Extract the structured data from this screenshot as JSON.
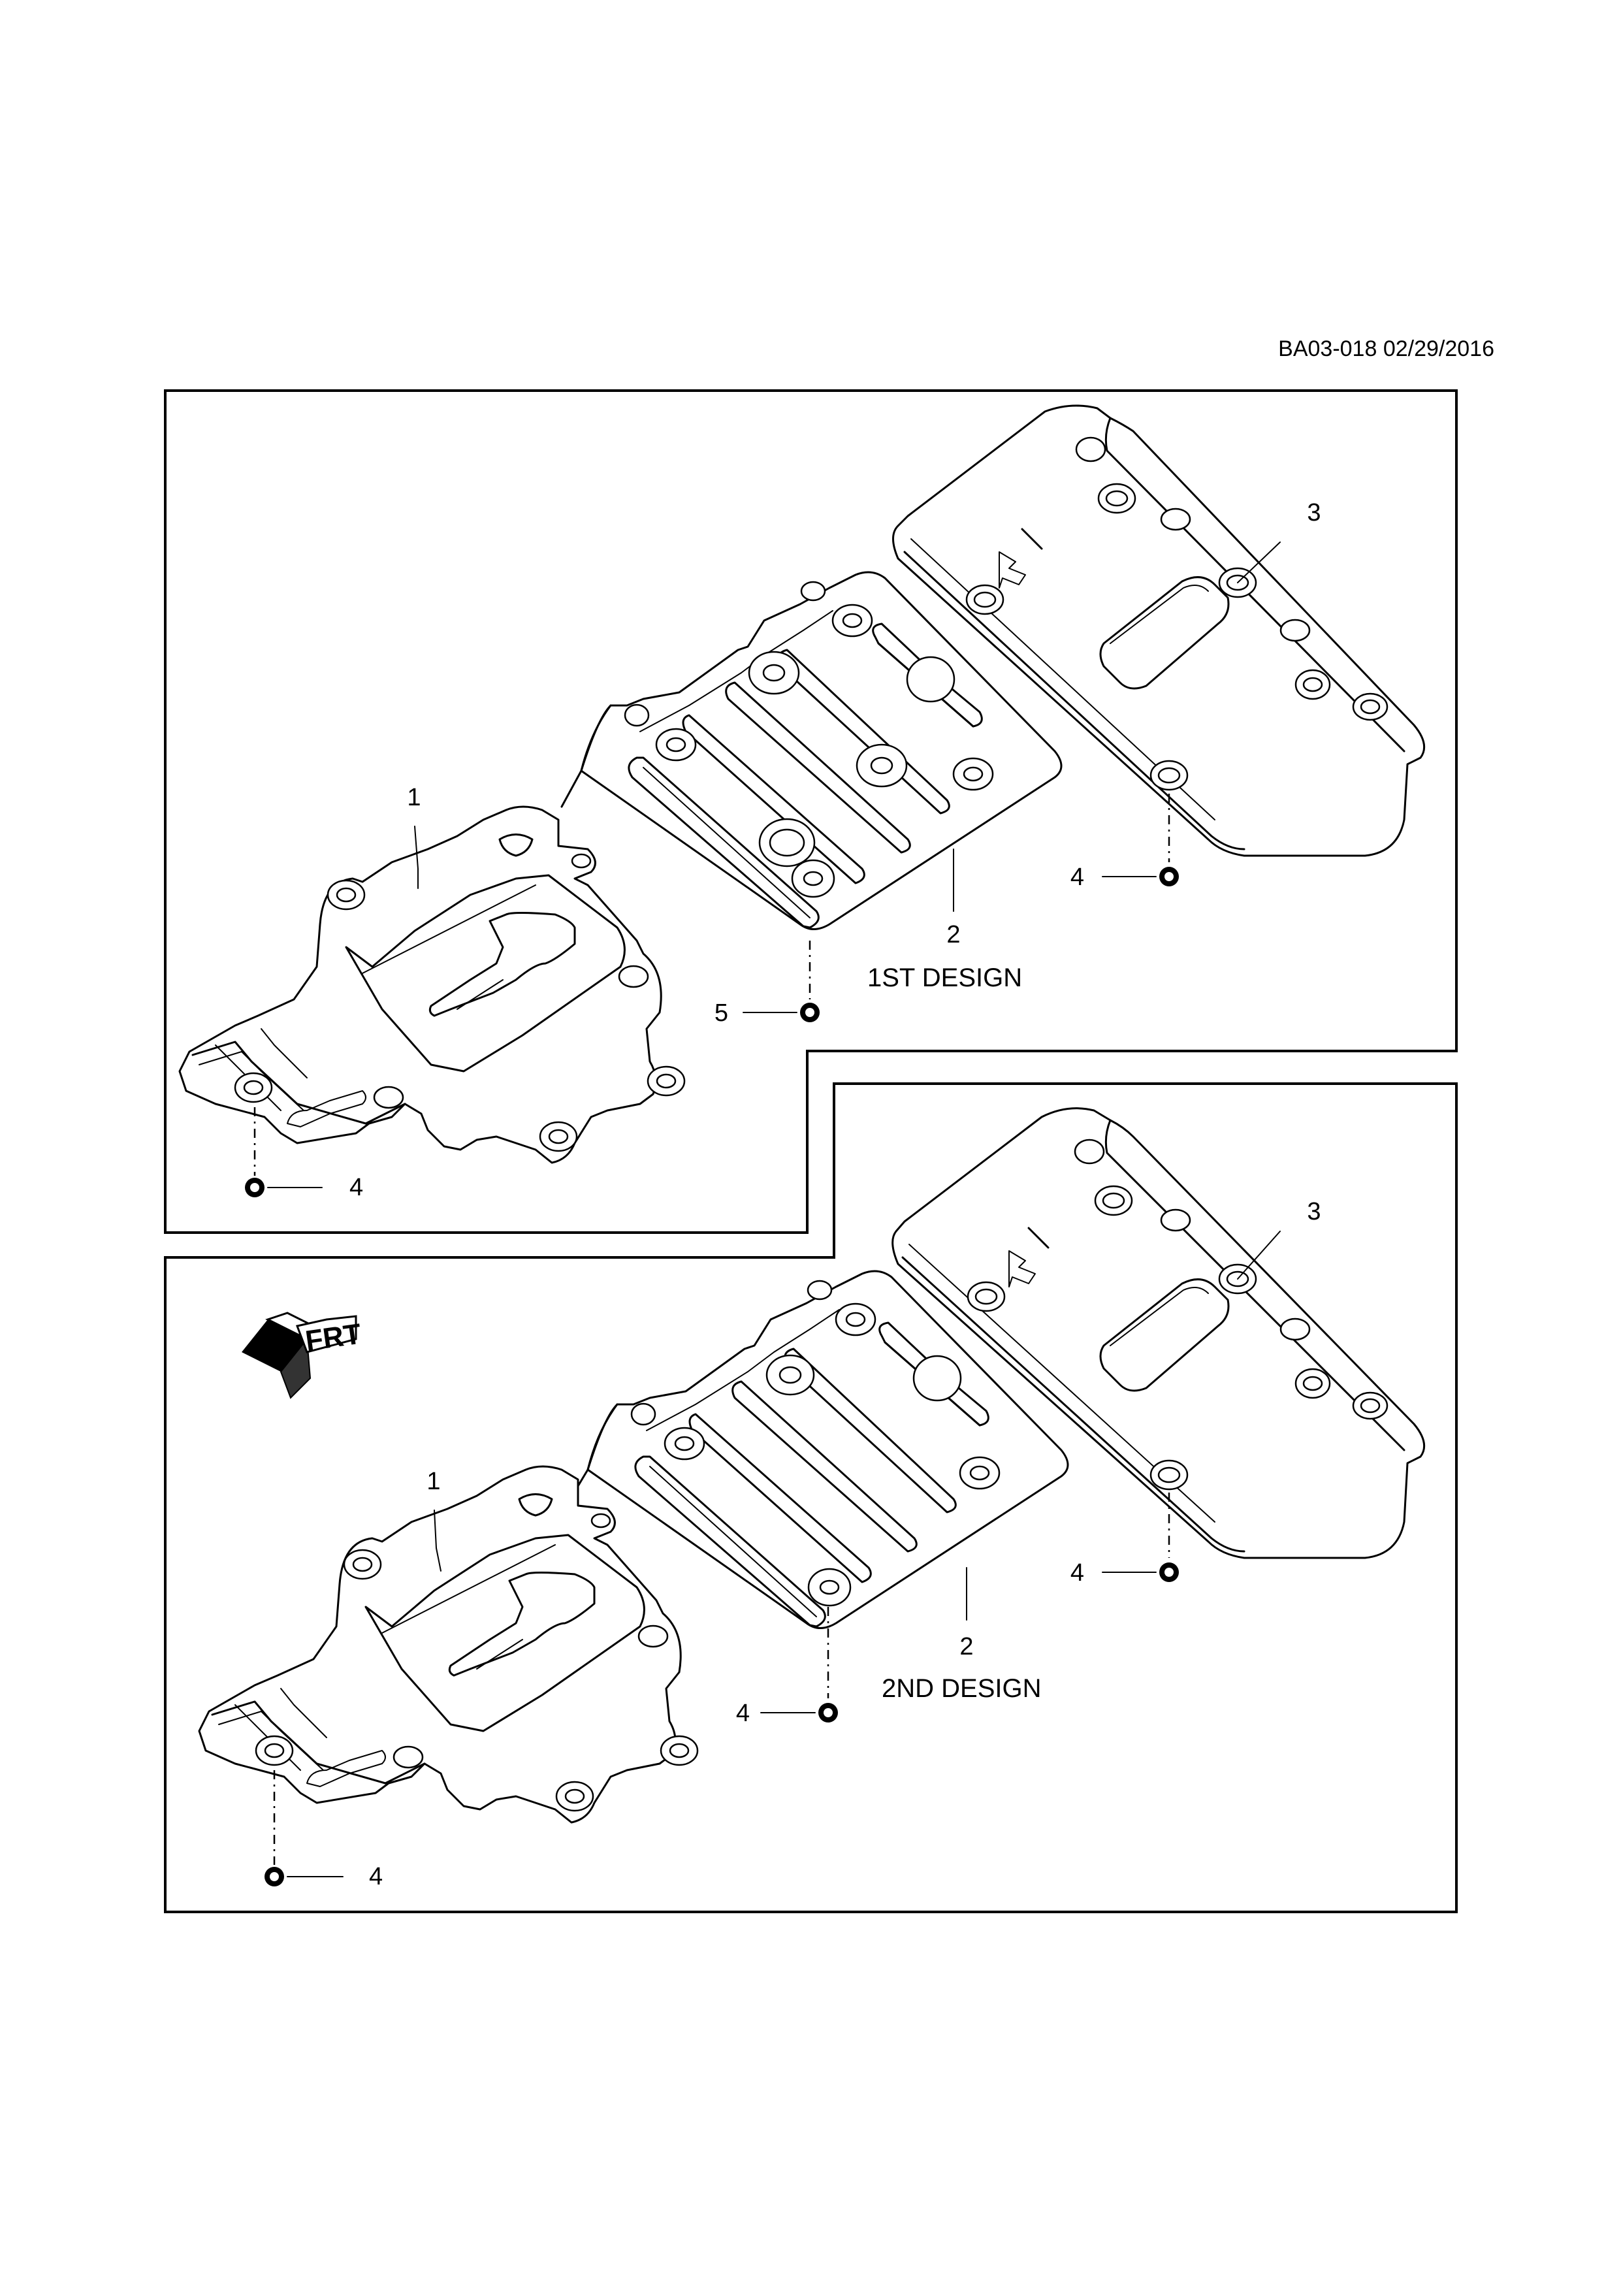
{
  "header": {
    "drawing_id": "BA03-018 02/29/2016"
  },
  "panels": [
    {
      "design_label": "1ST DESIGN",
      "callouts": {
        "part1": "1",
        "part2": "2",
        "part3": "3",
        "fastener_right": "4",
        "fastener_center": "5",
        "fastener_left": "4"
      }
    },
    {
      "design_label": "2ND DESIGN",
      "callouts": {
        "part1": "1",
        "part2": "2",
        "part3": "3",
        "fastener_right": "4",
        "fastener_center": "4",
        "fastener_left": "4"
      }
    }
  ],
  "direction_indicator": {
    "label": "FRT",
    "icon": "front-arrow-icon"
  }
}
